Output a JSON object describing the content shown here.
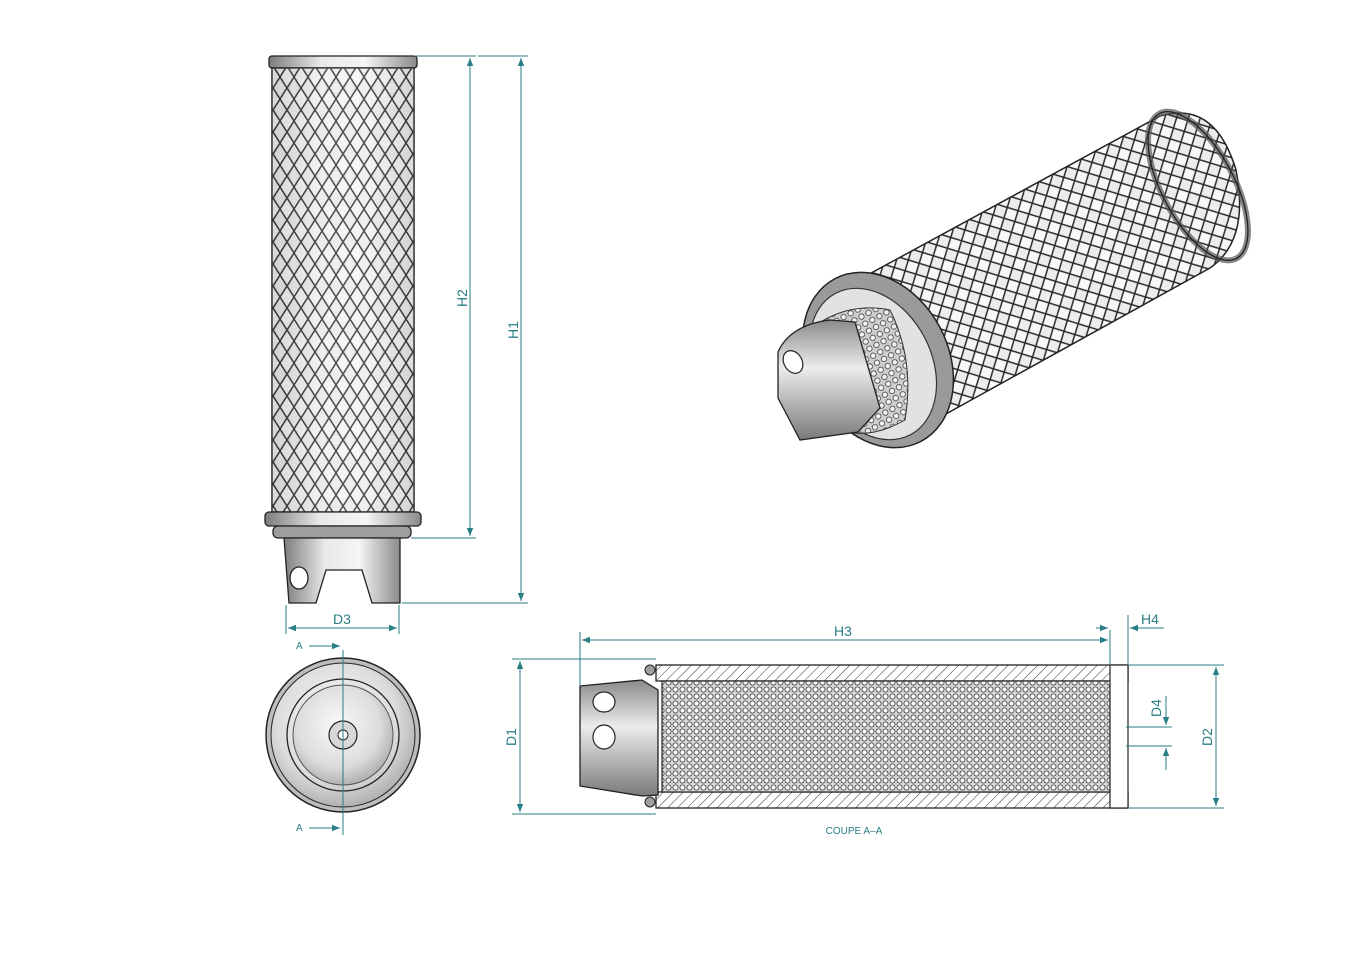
{
  "colors": {
    "dimension": "#2a7e85",
    "outline": "#222222",
    "metal_light": "#e6e6e6",
    "metal_mid": "#bdbdbd",
    "metal_dark": "#6f6f6f",
    "background": "#ffffff"
  },
  "labels": {
    "h1": "H1",
    "h2": "H2",
    "h3": "H3",
    "h4": "H4",
    "d1": "D1",
    "d2": "D2",
    "d3": "D3",
    "d4": "D4",
    "section_mark_top": "A",
    "section_mark_bottom": "A",
    "section_caption": "COUPE A–A"
  }
}
